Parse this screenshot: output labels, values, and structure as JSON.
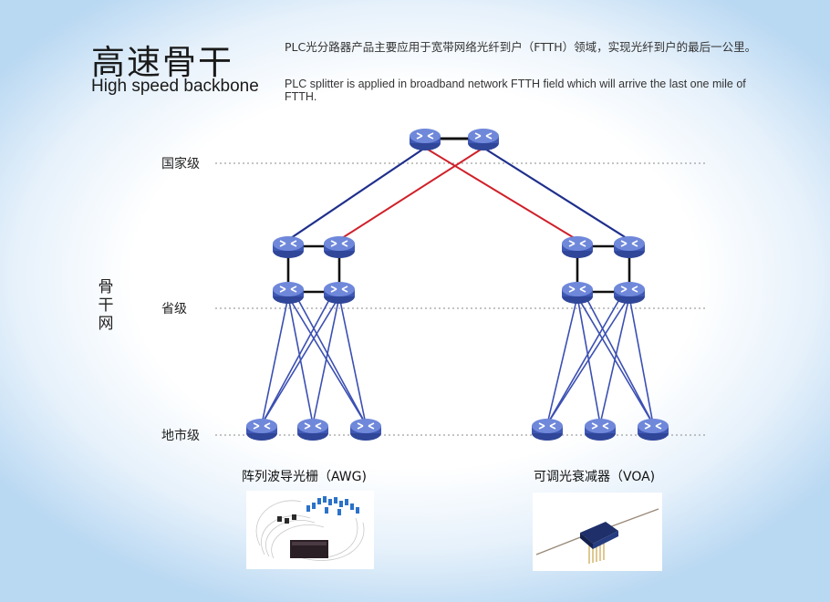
{
  "header": {
    "title_cn": "高速骨干",
    "title_en": "High speed backbone",
    "desc_cn": "PLC光分路器产品主要应用于宽带网络光纤到户（FTTH）领域，实现光纤到户的最后一公里。",
    "desc_en": "PLC splitter is applied in broadband network FTTH field which will arrive the last one mile of FTTH."
  },
  "levels": {
    "national": "国家级",
    "provincial": "省级",
    "city": "地市级"
  },
  "side_label": "骨干网",
  "captions": {
    "awg": "阵列波导光栅（AWG)",
    "voa": "可调光衰减器（VOA)"
  },
  "colors": {
    "router_fill": "#4a64c0",
    "router_top": "#6f88da",
    "link_blue": "#1f2f8c",
    "link_red": "#d0202a",
    "mesh_blue": "#3b4fb2",
    "link_black": "#111111"
  }
}
